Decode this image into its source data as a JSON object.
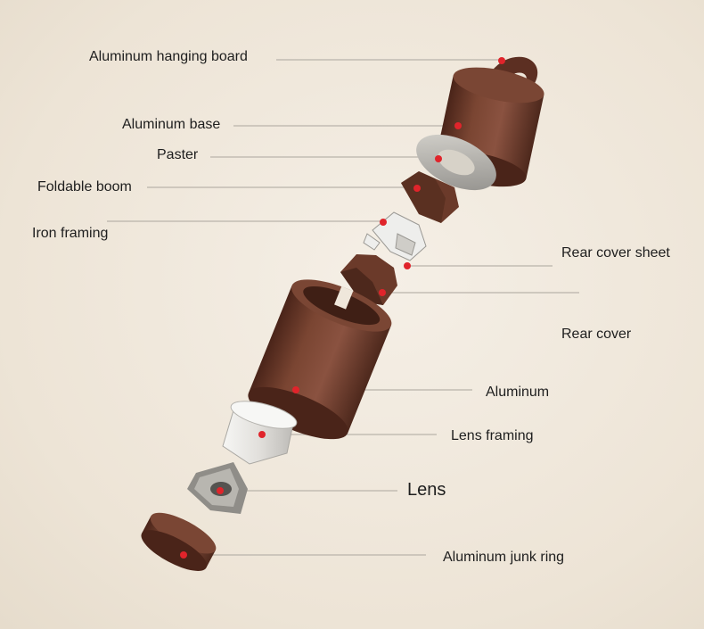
{
  "labels": {
    "hanging_board": "Aluminum hanging board",
    "base": "Aluminum base",
    "paster": "Paster",
    "foldable_boom": "Foldable boom",
    "iron_framing": "Iron framing",
    "rear_cover_sheet": "Rear cover sheet",
    "rear_cover": "Rear cover",
    "aluminum": "Aluminum",
    "lens_framing": "Lens framing",
    "lens": "Lens",
    "junk_ring": "Aluminum junk ring"
  },
  "colors": {
    "background": "#efe7db",
    "wood": "#6b3a2a",
    "wood_dark": "#4a2419",
    "metal": "#b8b6b0",
    "marker": "#e0242b",
    "leader": "#b9b3aa"
  }
}
